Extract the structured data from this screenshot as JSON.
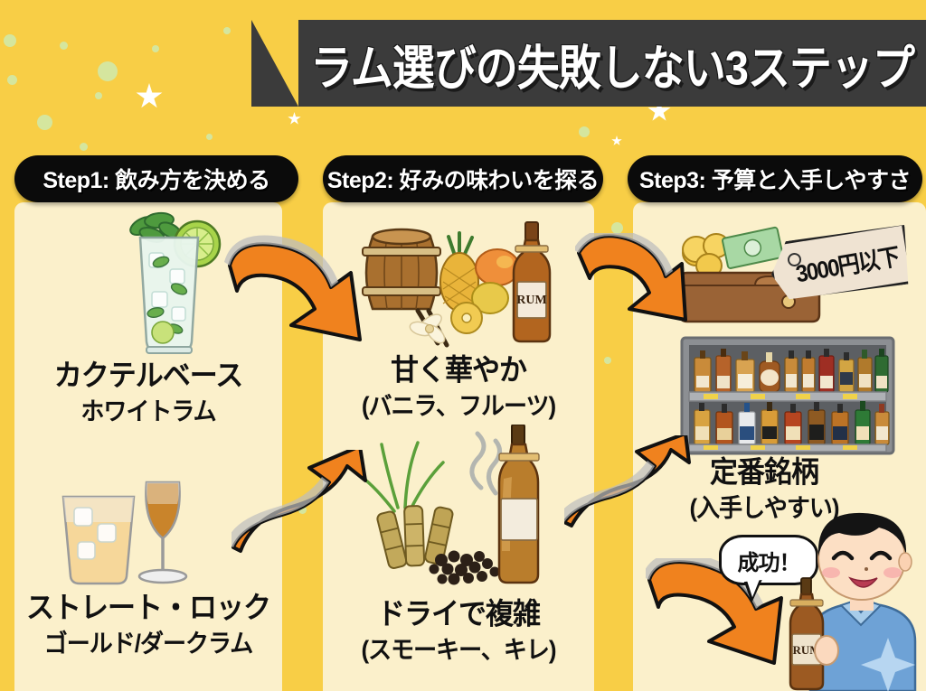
{
  "title": {
    "text": "ラム選びの失敗しない3ステップ"
  },
  "colors": {
    "background": "#F8CE46",
    "panel": "#FBF0CB",
    "banner": "#3B3B3B",
    "pill": "#0B0B0B",
    "arrow": "#F0821E",
    "text": "#111111"
  },
  "steps": [
    {
      "pill_label": "Step1: 飲み方を決める",
      "items": [
        {
          "icon": "mojito-cocktail-icon",
          "main": "カクテルベース",
          "sub": "ホワイトラム"
        },
        {
          "icon": "rocks-glass-and-snifter-icon",
          "main": "ストレート・ロック",
          "sub": "ゴールド/ダークラム"
        }
      ]
    },
    {
      "pill_label": "Step2: 好みの味わいを探る",
      "items": [
        {
          "icon": "barrel-fruit-rum-bottle-icon",
          "main": "甘く華やか",
          "sub": "(バニラ、フルーツ)"
        },
        {
          "icon": "sugarcane-pepper-smoke-bottle-icon",
          "main": "ドライで複雑",
          "sub": "(スモーキー、キレ)"
        }
      ]
    },
    {
      "pill_label": "Step3: 予算と入手しやすさ",
      "items": [
        {
          "icon": "wallet-money-icon",
          "price_tag": "3000円以下"
        },
        {
          "icon": "liquor-shelf-icon",
          "main": "定番銘柄",
          "sub": "(入手しやすい)"
        }
      ]
    }
  ],
  "mascot": {
    "speech_bubble": "成功！",
    "bottle_label": "RUM",
    "icon": "smiling-boy-holding-rum-bottle-icon"
  },
  "bottle_labels": {
    "step2_sweet": "RUM"
  }
}
